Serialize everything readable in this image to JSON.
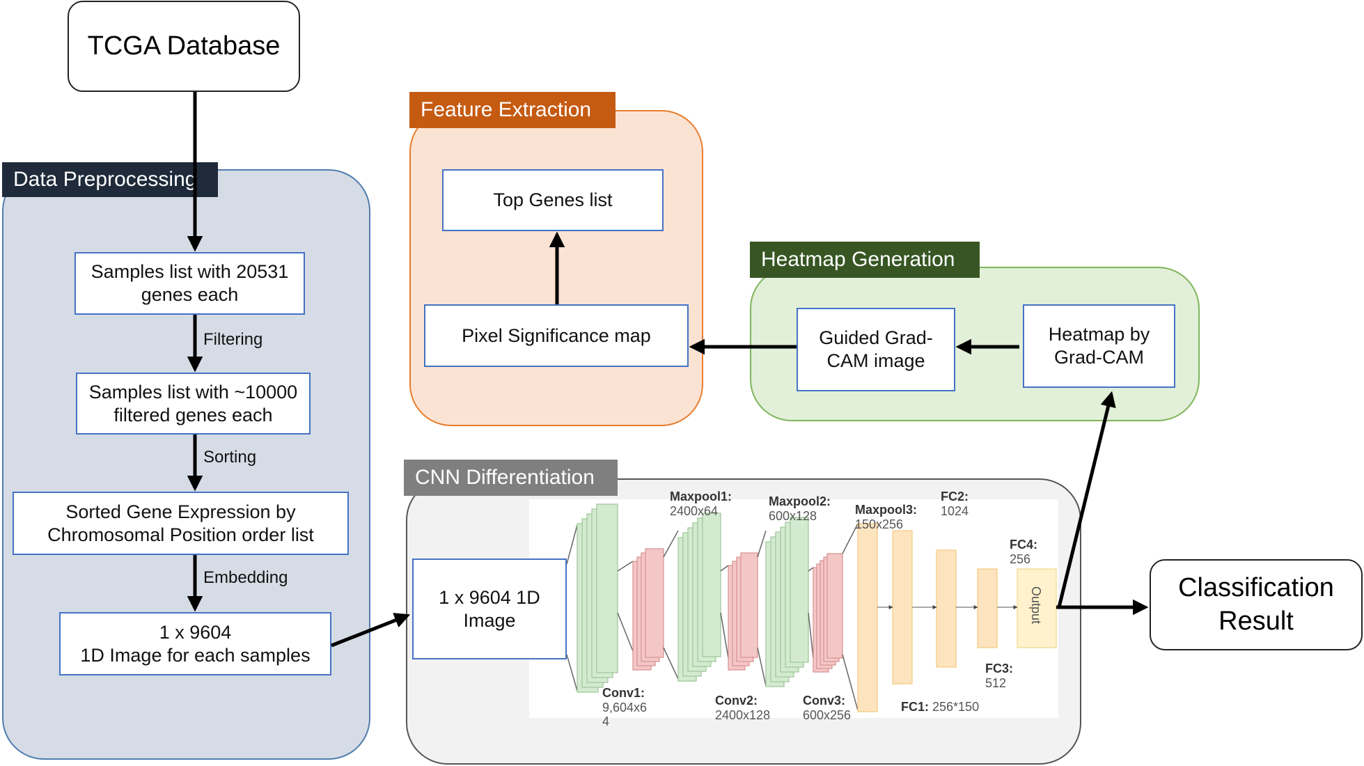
{
  "source": {
    "label": "TCGA Database"
  },
  "preprocessing": {
    "title": "Data Preprocessing",
    "steps": [
      "Samples list with 20531\ngenes each",
      "Samples list with ~10000\nfiltered genes each",
      "Sorted Gene Expression by\nChromosomal Position order list",
      "1 x 9604\n1D Image for each samples"
    ],
    "edge_labels": [
      "Filtering",
      "Sorting",
      "Embedding"
    ]
  },
  "feature_extraction": {
    "title": "Feature Extraction",
    "top_genes": "Top Genes list",
    "pixel_map": "Pixel Significance map"
  },
  "heatmap_generation": {
    "title": "Heatmap Generation",
    "guided": "Guided Grad-\nCAM image",
    "heatmap": "Heatmap by\nGrad-CAM"
  },
  "cnn": {
    "title": "CNN Differentiation",
    "input": "1 x 9604 1D\nImage",
    "layers": {
      "conv1": {
        "name": "Conv1:",
        "size": "9,604x6\n4"
      },
      "maxpool1": {
        "name": "Maxpool1:",
        "size": "2400x64"
      },
      "conv2": {
        "name": "Conv2:",
        "size": "2400x128"
      },
      "maxpool2": {
        "name": "Maxpool2:",
        "size": "600x128"
      },
      "conv3": {
        "name": "Conv3:",
        "size": "600x256"
      },
      "maxpool3": {
        "name": "Maxpool3:",
        "size": "150x256"
      },
      "fc1": {
        "name": "FC1:",
        "size": "256*150"
      },
      "fc2": {
        "name": "FC2:",
        "size": "1024"
      },
      "fc3": {
        "name": "FC3:",
        "size": "512"
      },
      "fc4": {
        "name": "FC4:",
        "size": "256"
      }
    },
    "output": "Output"
  },
  "result": {
    "label": "Classification\nResult"
  },
  "colors": {
    "preprocessing_fill": "#d6dce6",
    "preprocessing_border": "#4f7cae",
    "preprocessing_tag": "#1f2a3a",
    "feature_fill": "#fbe3d4",
    "feature_border": "#e97b2c",
    "feature_tag": "#c55a11",
    "heatmap_fill": "#e2efd9",
    "heatmap_border": "#7fb55b",
    "heatmap_tag": "#375623",
    "cnn_fill": "#f2f2f2",
    "cnn_border": "#555555",
    "cnn_tag": "#7f7f7f",
    "node_border": "#4472c4",
    "conv_green": "#d3ead0",
    "conv_red": "#f4c7c7",
    "fc_orange": "#fde4bf",
    "output_yellow": "#fff2cc"
  }
}
